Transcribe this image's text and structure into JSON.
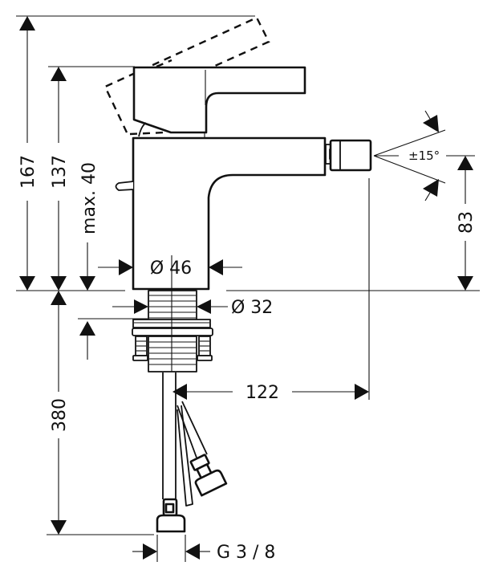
{
  "drawing": {
    "title": "Bidet mixer dimension drawing",
    "colors": {
      "line": "#111111",
      "background": "#ffffff"
    },
    "dimensions": {
      "total_height": "167",
      "body_height": "137",
      "max_thickness": "max. 40",
      "body_diameter": "Ø 46",
      "shank_diameter": "Ø 32",
      "swivel_angle": "±15°",
      "spray_height": "83",
      "projection": "122",
      "hose_length": "380",
      "connection_thread": "G 3 / 8"
    }
  }
}
